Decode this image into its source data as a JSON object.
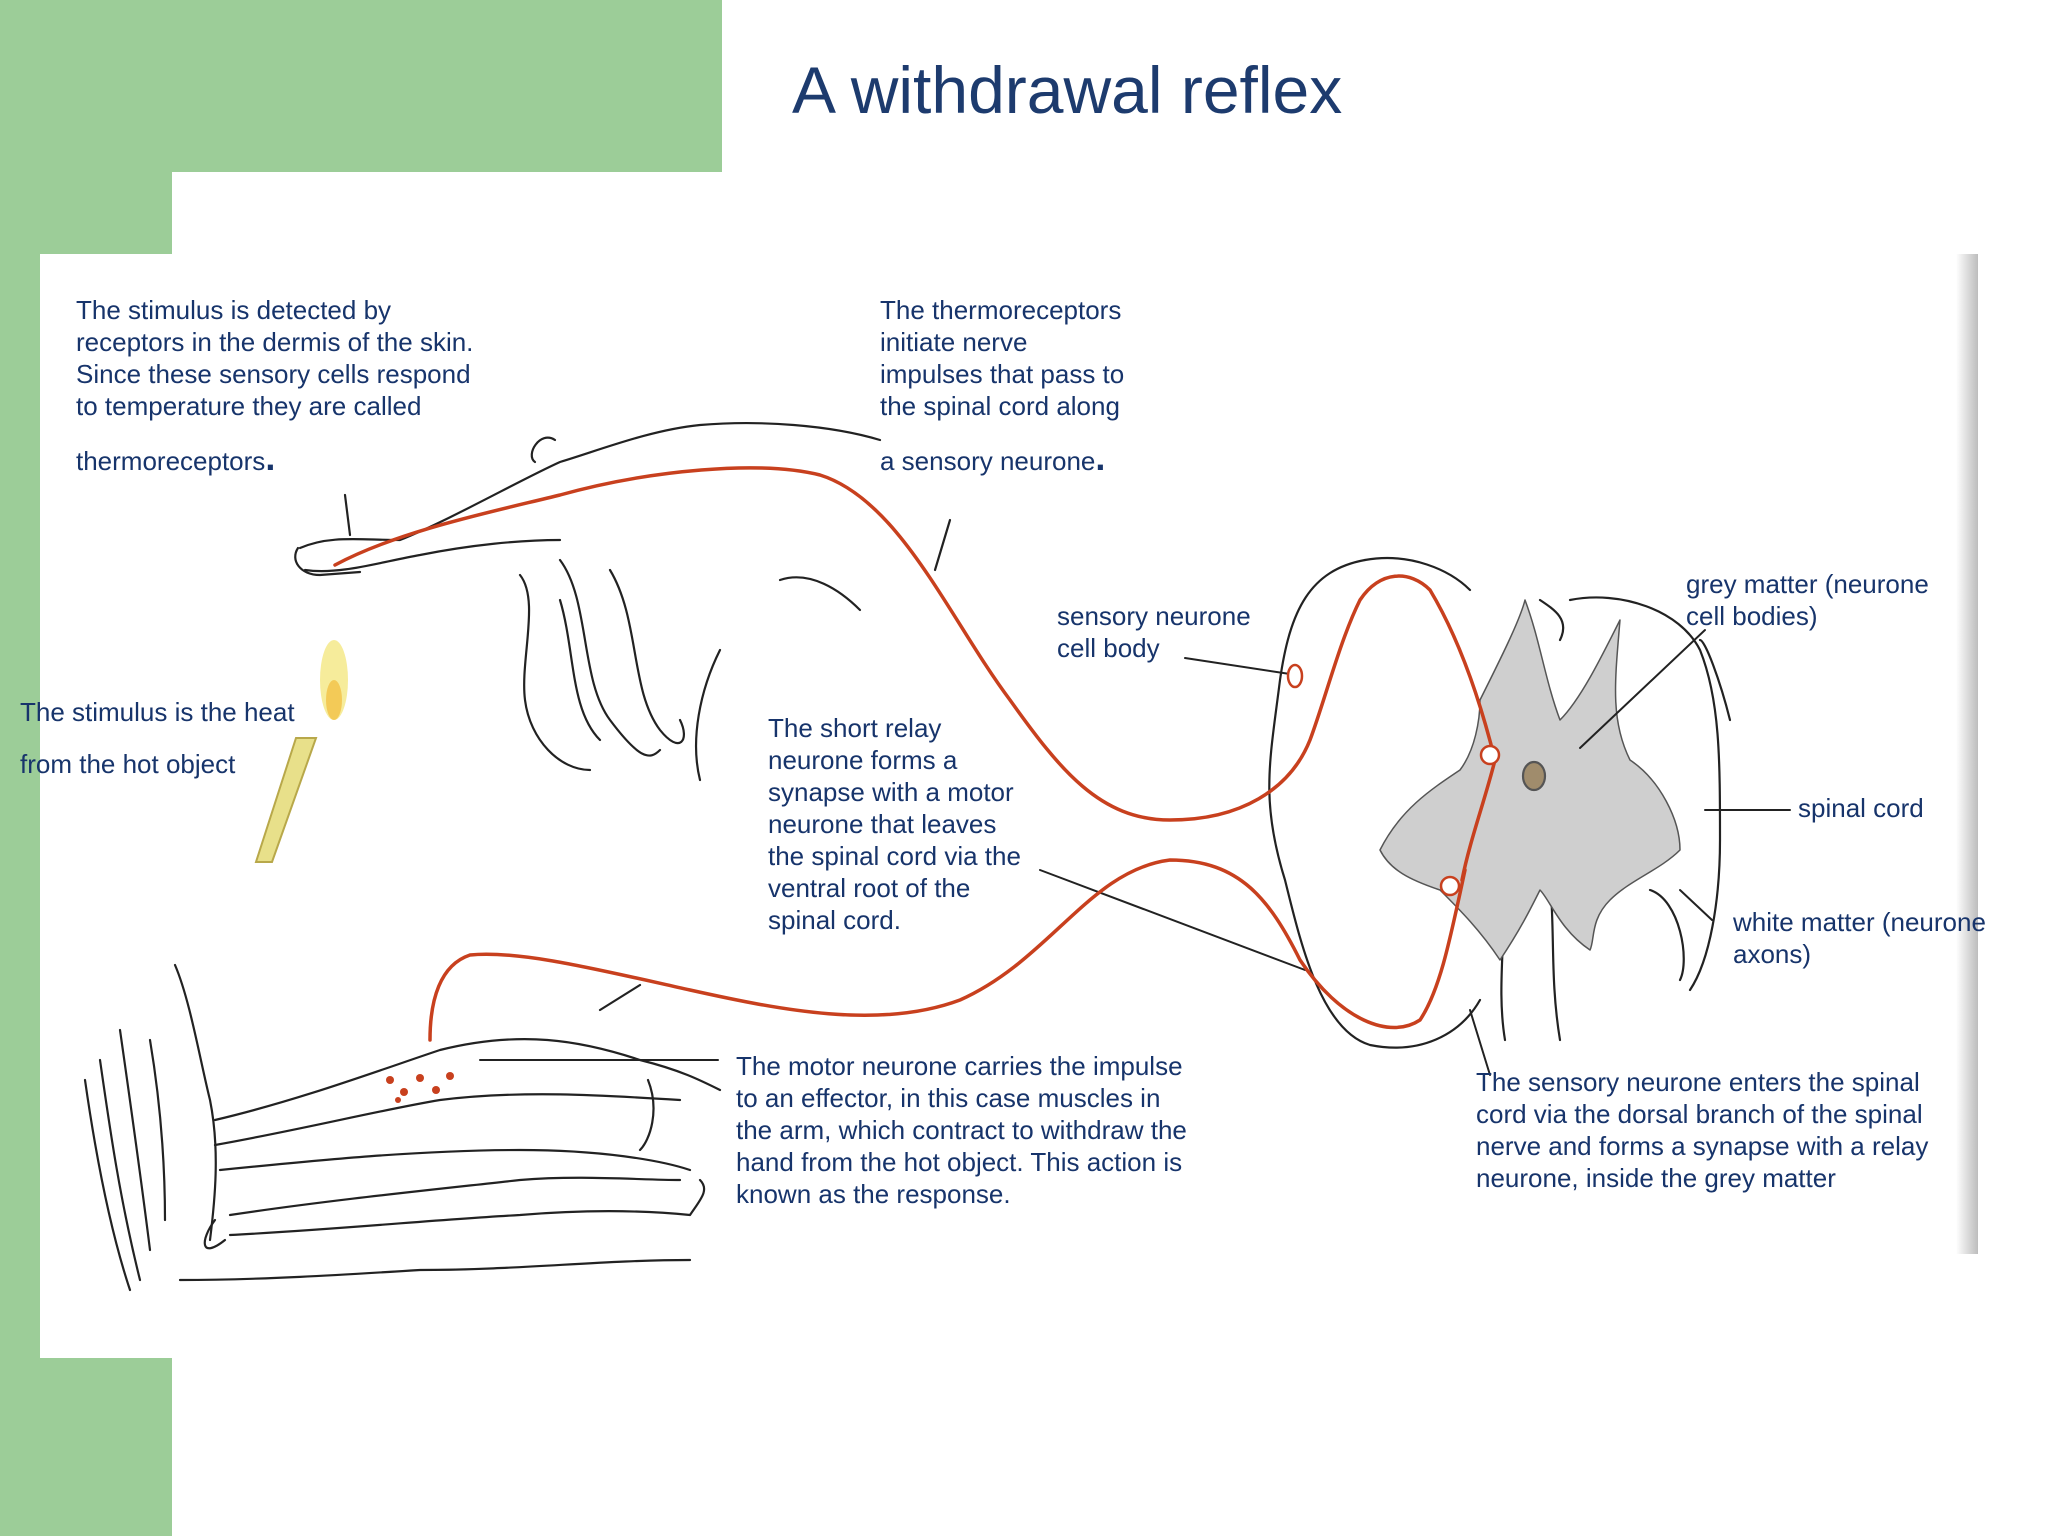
{
  "title": "A withdrawal reflex",
  "labels": {
    "stimulus_detected": "The stimulus is detected by\nreceptors in the dermis of the skin.\nSince these sensory cells respond\nto temperature they are called",
    "thermoreceptors_word": "thermoreceptors",
    "thermoreceptors_initiate": "The thermoreceptors\ninitiate nerve\nimpulses that pass to\nthe spinal cord along",
    "sensory_neurone_word": "a sensory neurone",
    "stimulus_heat_1": "The stimulus is the heat",
    "stimulus_heat_2": "from the hot object",
    "sensory_cell_body": "sensory neurone\ncell body",
    "relay_neurone": "The short relay\nneurone forms a\nsynapse with a motor\nneurone  that leaves\nthe spinal cord via the\nventral root of the\nspinal cord.",
    "grey_matter": "grey matter (neurone\ncell bodies)",
    "spinal_cord": "spinal cord",
    "white_matter": "white matter (neurone\naxons)",
    "motor_neurone": "The motor neurone carries the impulse\nto an effector, in this case muscles in\nthe arm, which contract to withdraw the\nhand from the hot object. This action is\nknown as the response.",
    "sensory_enters": "The sensory neurone enters the spinal\ncord via the dorsal branch of the spinal\nnerve and forms a synapse with a relay\nneurone, inside the grey matter",
    "period": "."
  },
  "colors": {
    "background_accent": "#9ccd98",
    "title": "#1d3b6e",
    "text": "#17346b",
    "nerve": "#c8401e",
    "grey_matter": "#c9c9c9"
  }
}
